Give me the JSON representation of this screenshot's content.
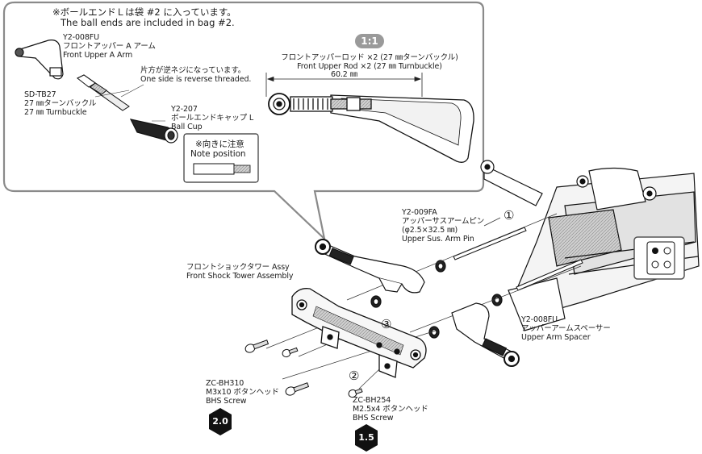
{
  "bubble": {
    "note_jp": "※ボールエンドＬは袋 #2 に入っています。",
    "note_en": "The ball ends are included in bag #2.",
    "scale": "1:1",
    "rod_jp": "フロントアッパーロッド ×2 (27 ㎜ターンバックル)",
    "rod_en": "Front Upper Rod ×2 (27 ㎜ Turnbuckle)",
    "rod_length": "60.2 ㎜",
    "arm_code": "Y2-008FU",
    "arm_jp": "フロントアッパー A アーム",
    "arm_en": "Front Upper A Arm",
    "reverse_jp": "片方が逆ネジになっています。",
    "reverse_en": "One side is reverse threaded.",
    "tb_code": "SD-TB27",
    "tb_jp": "27 ㎜ターンバックル",
    "tb_en": "27 ㎜ Turnbuckle",
    "cup_code": "Y2-207",
    "cup_jp": "ボールエンドキャップ L",
    "cup_en": "Ball Cup",
    "note_position_jp": "※向きに注意",
    "note_position_en": "Note position"
  },
  "parts": {
    "pin_code": "Y2-009FA",
    "pin_jp": "アッパーサスアームピン",
    "pin_dim": "(φ2.5×32.5 ㎜)",
    "pin_en": "Upper Sus. Arm Pin",
    "tower_jp": "フロントショックタワー Assy",
    "tower_en": "Front Shock Tower Assembly",
    "spacer_code": "Y2-008FU",
    "spacer_jp": "アッパーアームスペーサー",
    "spacer_en": "Upper Arm Spacer",
    "bh310_code": "ZC-BH310",
    "bh310_jp": "M3x10 ボタンヘッド",
    "bh310_en": "BHS Screw",
    "bh254_code": "ZC-BH254",
    "bh254_jp": "M2.5x4 ボタンヘッド",
    "bh254_en": "BHS Screw"
  },
  "steps": {
    "one": "①",
    "two": "②",
    "three": "③"
  },
  "tools": {
    "hex_large": "2.0",
    "hex_small": "1.5"
  }
}
